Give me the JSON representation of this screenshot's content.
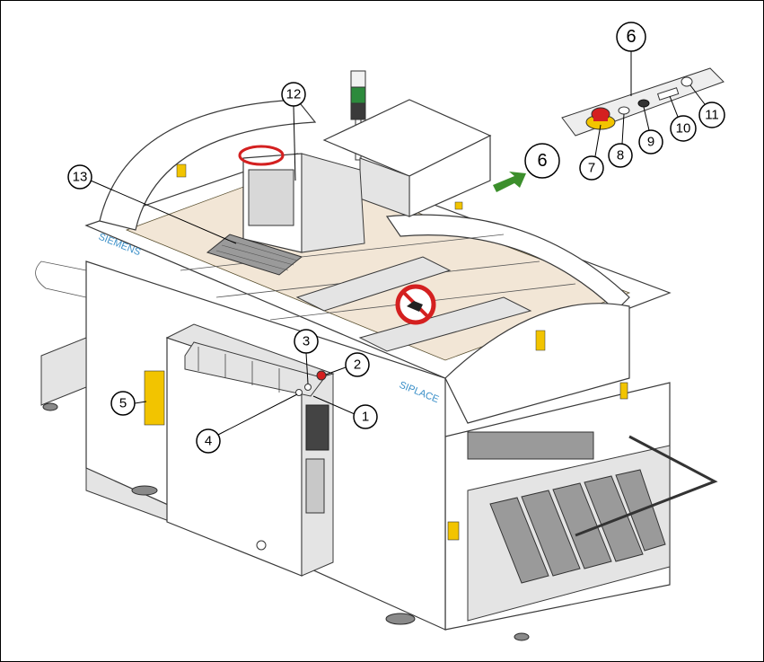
{
  "diagram": {
    "machine_labels": {
      "brand_left": "SIEMENS",
      "brand_right": "SIPLACE"
    },
    "callouts": [
      "1",
      "2",
      "3",
      "4",
      "5",
      "6",
      "7",
      "8",
      "9",
      "10",
      "11",
      "12",
      "13"
    ],
    "detail_callouts": [
      "6",
      "6"
    ],
    "colors": {
      "emergency_stop": "#d42020",
      "emergency_ring": "#f2c400",
      "arrow": "#3c8f2c",
      "warning": "#f2c400",
      "no_touch": "#d42020",
      "inner_bay": "#f2e6d6",
      "beacon_green": "#2c8a3c"
    }
  }
}
